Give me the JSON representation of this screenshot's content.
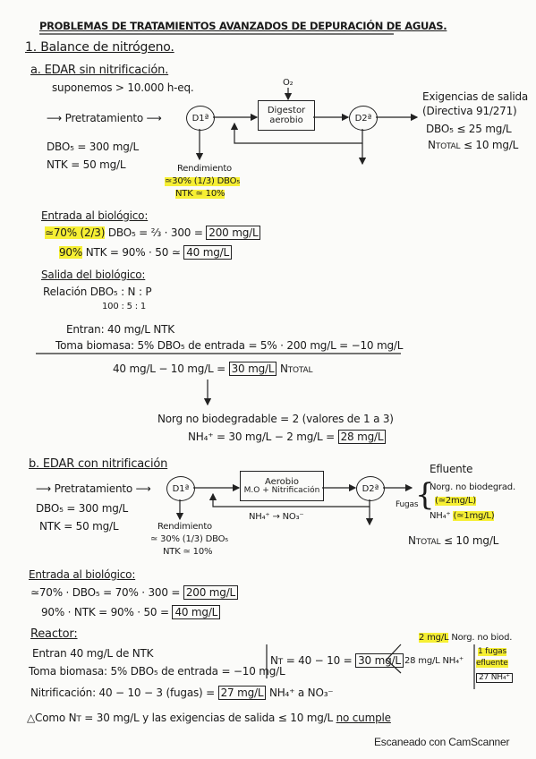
{
  "title": "PROBLEMAS DE TRATAMIENTOS AVANZADOS DE DEPURACIÓN DE AGUAS.",
  "s1": {
    "heading": "1. Balance de nitrógeno."
  },
  "a": {
    "heading": "a. EDAR sin nitrificación.",
    "assume": "suponemos > 10.000 h-eq.",
    "pretreat": "⟶ Pretratamiento ⟶",
    "d1": "D1ª",
    "o2": "O₂",
    "digester1": "Digestor",
    "digester2": "aerobio",
    "d2": "D2ª",
    "exig1": "Exigencias de salida",
    "exig2": "(Directiva 91/271)",
    "exig3": "DBO₅ ≤ 25 mg/L",
    "exig4": "N",
    "exig4sub": "TOTAL",
    "exig4b": " ≤ 10 mg/L",
    "dbo": "DBO₅ = 300 mg/L",
    "ntk": "NTK = 50 mg/L",
    "rend": "Rendimiento",
    "rend1": "≃30% (1/3) DBO₅",
    "rend2": "NTK ≃ 10%",
    "entrada_head": "Entrada al biológico:",
    "ent1a": "≃70% (2/3)",
    "ent1b": " DBO₅ = ⅔ · 300 = ",
    "ent1c": "200 mg/L",
    "ent2a": "90%",
    "ent2b": " NTK = 90% · 50 ≃ ",
    "ent2c": "40 mg/L",
    "salida_head": "Salida del biológico:",
    "rel1": "Relación  DBO₅ : N : P",
    "rel2": "100  :  5  :  1",
    "entran": "Entran: 40 mg/L NTK",
    "toma": "Toma biomasa: 5% DBO₅ de entrada = 5% · 200 mg/L = −10 mg/L",
    "ntot_a": "40 mg/L − 10 mg/L = ",
    "ntot_b": "30 mg/L",
    "ntot_c": " N",
    "ntot_sub": "TOTAL",
    "norg": "Norg no biodegradable = 2  (valores de 1 a 3)",
    "nh4a": "NH₄⁺ = 30 mg/L − 2 mg/L = ",
    "nh4b": "28 mg/L"
  },
  "b": {
    "heading": "b. EDAR con nitrificación",
    "pretreat": "⟶ Pretratamiento ⟶",
    "d1": "D1ª",
    "aer1": "Aerobio",
    "aer2": "M.O + Nitrificación",
    "d2": "D2ª",
    "nh_no": "NH₄⁺ → NO₃⁻",
    "dbo": "DBO₅ = 300 mg/L",
    "ntk": "NTK = 50 mg/L",
    "rend": "Rendimiento",
    "rend1": "≃ 30% (1/3) DBO₅",
    "rend2": "NTK ≃ 10%",
    "efluente": "Efluente",
    "fugas": "Fugas",
    "ef1": "Norg. no biodegrad.",
    "ef1b": "(≃2mg/L)",
    "ef2": "NH₄⁺ ",
    "ef2b": "(≃1mg/L)",
    "ef3": "N",
    "ef3sub": "TOTAL",
    "ef3b": " ≤ 10 mg/L",
    "entrada_head": "Entrada al biológico:",
    "ent1a": "≃70% · DBO₅ = 70% · 300 = ",
    "ent1b": "200 mg/L",
    "ent2a": "90% · NTK = 90% · 50 = ",
    "ent2b": "40 mg/L",
    "reactor_head": "Reactor:",
    "r1": "Entran 40 mg/L de NTK",
    "r2": "Toma biomasa: 5% DBO₅ de entrada = −10 mg/L",
    "r3": "N",
    "r3sub": "T",
    "r3b": " = 40 − 10 = ",
    "r3c": "30 mg/L",
    "r4a": "2 mg/L",
    "r4b": " Norg. no biod.",
    "r5": "28 mg/L NH₄⁺",
    "r6a": "1 fugas",
    "r6b": "efluente",
    "r6c": "27 NH₄⁺",
    "nitri_a": "Nitrificación: 40 − 10 − 3 (fugas) = ",
    "nitri_b": "27 mg/L",
    "nitri_c": " NH₄⁺ a NO₃⁻",
    "conclusion_a": "Como N",
    "conclusion_sub": "T",
    "conclusion_b": " = 30 mg/L y las exigencias de salida ≤ 10 mg/L ",
    "conclusion_c": "no cumple"
  },
  "footer": "Escaneado con CamScanner"
}
